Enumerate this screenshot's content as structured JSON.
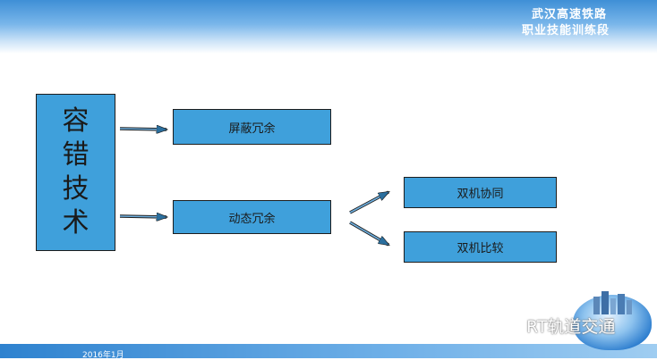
{
  "header": {
    "line1": "武汉高速铁路",
    "line2": "职业技能训练段"
  },
  "diagram": {
    "root_chars": [
      "容",
      "错",
      "技",
      "术"
    ],
    "node_shield": "屏蔽冗余",
    "node_dynamic": "动态冗余",
    "node_dual_sync": "双机协同",
    "node_dual_compare": "双机比较"
  },
  "footer": {
    "date": "2016年1月",
    "watermark": "RT轨道交通"
  },
  "colors": {
    "box_fill": "#3fa0db",
    "header_band": "#3f8fd6"
  },
  "icons": {
    "watermark": "wechat-icon",
    "logo": "globe-city-logo"
  }
}
